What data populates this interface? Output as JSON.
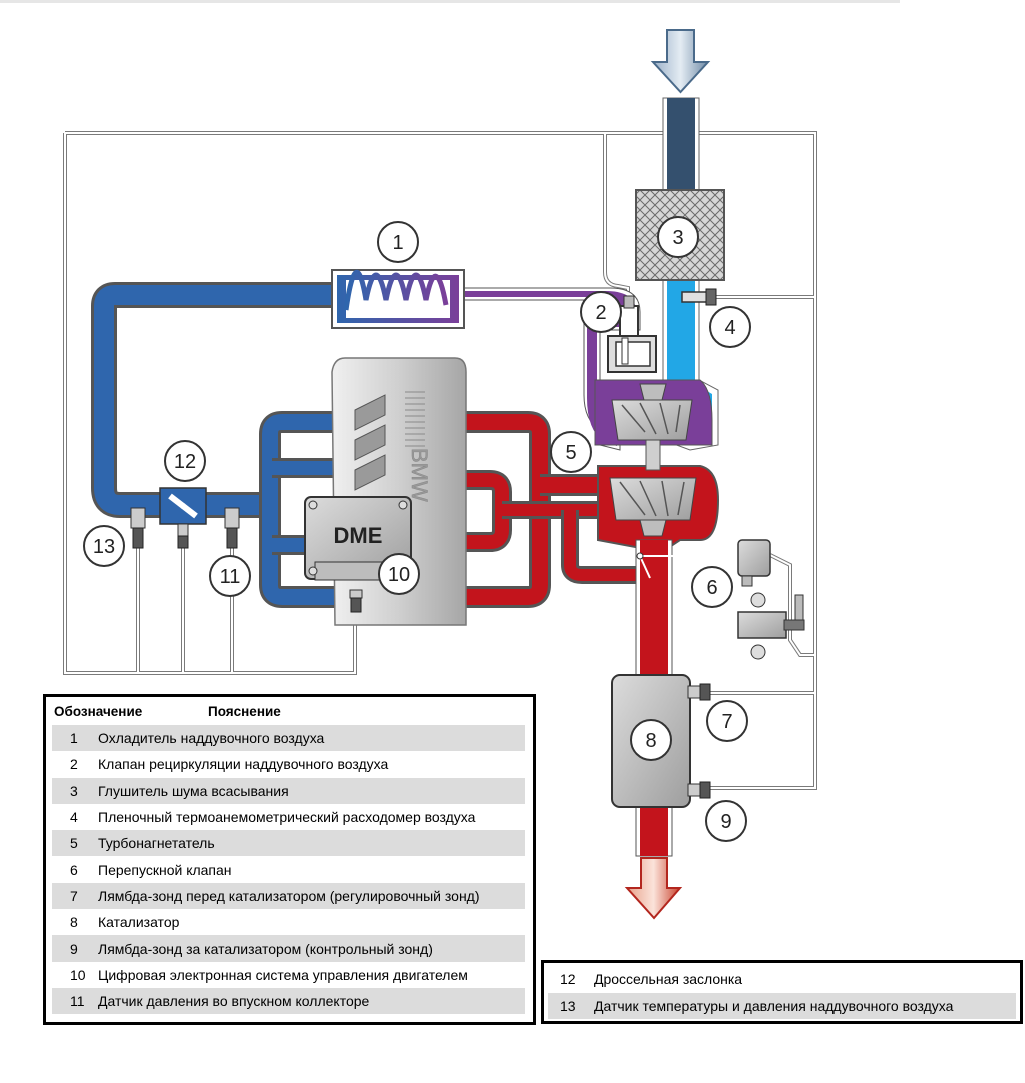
{
  "diagram": {
    "callouts": [
      "1",
      "2",
      "3",
      "4",
      "5",
      "6",
      "7",
      "8",
      "9",
      "10",
      "11",
      "12",
      "13"
    ],
    "dme_label": "DME",
    "engine_logo": "BMW"
  },
  "legend": {
    "header_designation": "Обозначение",
    "header_explanation": "Пояснение",
    "rows": [
      {
        "num": "1",
        "text": "Охладитель наддувочного воздуха"
      },
      {
        "num": "2",
        "text": "Клапан рециркуляции наддувочного воздуха"
      },
      {
        "num": "3",
        "text": "Глушитель шума всасывания"
      },
      {
        "num": "4",
        "text": "Пленочный термоанемометрический расходомер воздуха"
      },
      {
        "num": "5",
        "text": "Турбонагнетатель"
      },
      {
        "num": "6",
        "text": "Перепускной клапан"
      },
      {
        "num": "7",
        "text": "Лямбда-зонд перед катализатором (регулировочный зонд)"
      },
      {
        "num": "8",
        "text": "Катализатор"
      },
      {
        "num": "9",
        "text": "Лямбда-зонд за катализатором (контрольный зонд)"
      },
      {
        "num": "10",
        "text": "Цифровая электронная система управления двигателем"
      },
      {
        "num": "11",
        "text": "Датчик давления во впускном коллекторе"
      }
    ],
    "extra_rows": [
      {
        "num": "12",
        "text": "Дроссельная заслонка"
      },
      {
        "num": "13",
        "text": "Датчик температуры и давления наддувочного воздуха"
      }
    ]
  },
  "colors": {
    "intake_dark": "#34506e",
    "intake_light": "#22a7e6",
    "charge_purple": "#6e3f96",
    "charge_blue": "#2f66ad",
    "exhaust_red": "#c3141c",
    "wire": "#8c8c8c"
  }
}
